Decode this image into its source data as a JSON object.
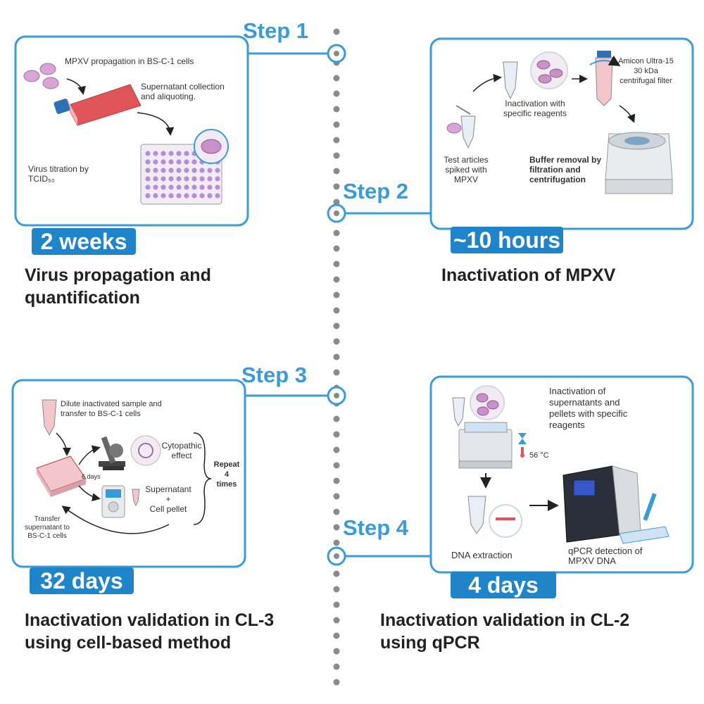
{
  "steps": [
    {
      "step_label": "Step 1",
      "duration": "2 weeks",
      "title_line1": "Virus propagation and",
      "title_line2": "quantification",
      "labels": {
        "propagation": "MPXV propagation in BS-C-1 cells",
        "supernatant_line1": "Supernatant collection",
        "supernatant_line2": "and aliquoting.",
        "titration_line1": "Virus titration by",
        "titration_line2": "TCID₅₀"
      }
    },
    {
      "step_label": "Step 2",
      "duration": "~10 hours",
      "title_line1": "Inactivation of MPXV",
      "labels": {
        "amicon_line1": "Amicon Ultra-15",
        "amicon_line2": "30 kDa",
        "amicon_line3": "centrifugal filter",
        "inact_line1": "Inactivation with",
        "inact_line2": "specific reagents",
        "test_line1": "Test articles",
        "test_line2": "spiked with",
        "test_line3": "MPXV",
        "buffer_line1": "Buffer removal by",
        "buffer_line2": "filtration and",
        "buffer_line3": "centrifugation"
      }
    },
    {
      "step_label": "Step 3",
      "duration": "32 days",
      "title_line1": "Inactivation validation in CL-3",
      "title_line2": "using cell-based method",
      "labels": {
        "dilute_line1": "Dilute inactivated sample and",
        "dilute_line2": "transfer to BS-C-1 cells",
        "cpe_line1": "Cytopathic",
        "cpe_line2": "effect",
        "days": "6 days",
        "repeat_line1": "Repeat",
        "repeat_line2": "4",
        "repeat_line3": "times",
        "sup_line1": "Supernatant",
        "sup_line2": "+",
        "sup_line3": "Cell pellet",
        "transfer_line1": "Transfer",
        "transfer_line2": "supernatant to",
        "transfer_line3": "BS-C-1 cells"
      }
    },
    {
      "step_label": "Step 4",
      "duration": "4 days",
      "title_line1": "Inactivation validation in CL-2",
      "title_line2": "using qPCR",
      "labels": {
        "inact_line1": "Inactivation of",
        "inact_line2": "supernatants  and",
        "inact_line3": "pellets with specific",
        "inact_line4": "reagents",
        "temp": "56 °C",
        "dna": "DNA extraction",
        "qpcr_line1": "qPCR detection of",
        "qpcr_line2": "MPXV DNA"
      }
    }
  ],
  "colors": {
    "accent": "#3a9bd6",
    "badge": "#1f84c8",
    "dots": "#8a8a8a",
    "flask": "#e0555a",
    "plate_wells": "#b48fd6",
    "virus": "#c892c8"
  }
}
